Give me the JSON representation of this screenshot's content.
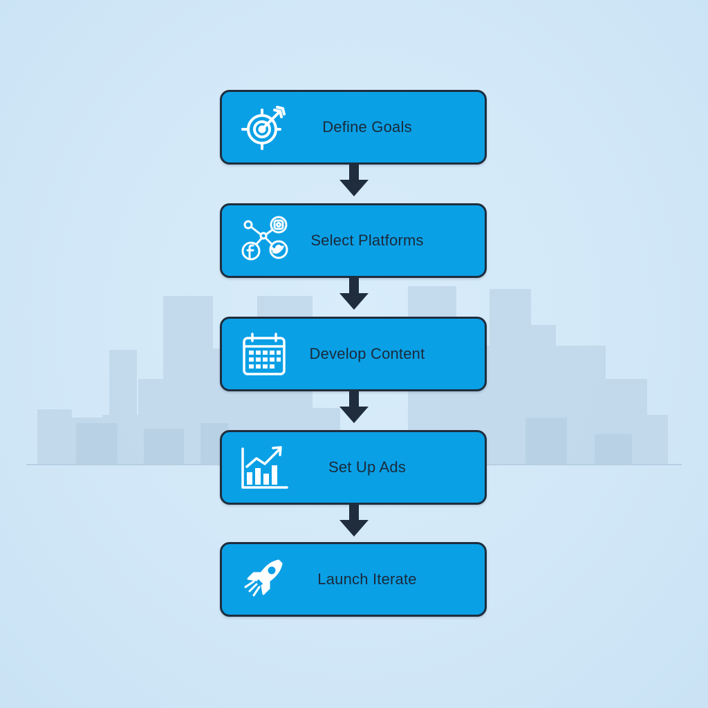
{
  "colors": {
    "background": "#d2e8f8",
    "step_fill": "#0aa0e6",
    "step_border": "#1f2d3d",
    "text": "#1a2a3a",
    "arrow": "#1f2d3d",
    "icon": "#ffffff",
    "skyline": "#b9d2e6"
  },
  "steps": [
    {
      "label": "Define Goals",
      "icon": "target-arrow-icon"
    },
    {
      "label": "Select Platforms",
      "icon": "social-network-icon"
    },
    {
      "label": "Develop Content",
      "icon": "calendar-icon"
    },
    {
      "label": "Set Up Ads",
      "icon": "growth-chart-icon"
    },
    {
      "label": "Launch Iterate",
      "icon": "rocket-icon"
    }
  ]
}
